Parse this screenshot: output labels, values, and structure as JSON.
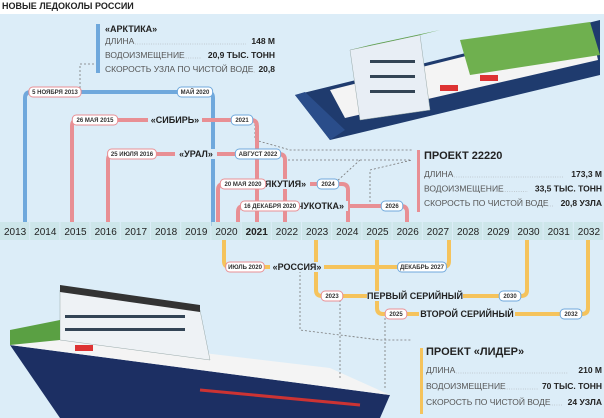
{
  "title": "НОВЫЕ ЛЕДОКОЛЫ РОССИИ",
  "colors": {
    "blue": "#6fa8dc",
    "pink": "#e88f94",
    "yellow": "#f5c35c",
    "bg": "#dcedf8",
    "timeline": "#cde6ea"
  },
  "years": [
    "2013",
    "2014",
    "2015",
    "2016",
    "2017",
    "2018",
    "2019",
    "2020",
    "2021",
    "2022",
    "2023",
    "2024",
    "2025",
    "2026",
    "2027",
    "2028",
    "2029",
    "2030",
    "2031",
    "2032"
  ],
  "current_year": "2021",
  "arktika": {
    "name": "«АРКТИКА»",
    "specs": [
      {
        "label": "ДЛИНА",
        "value": "148 М"
      },
      {
        "label": "ВОДОИЗМЕЩЕНИЕ",
        "value": "20,9 ТЫС. ТОНН"
      },
      {
        "label": "СКОРОСТЬ УЗЛА ПО ЧИСТОЙ ВОДЕ",
        "value": "20,8"
      }
    ],
    "start": "5 НОЯБРЯ 2013",
    "end": "МАЙ 2020"
  },
  "ships_22220": [
    {
      "name": "«СИБИРЬ»",
      "start": "26 МАЯ 2015",
      "end": "2021"
    },
    {
      "name": "«УРАЛ»",
      "start": "25 ИЮЛЯ 2016",
      "end": "АВГУСТ 2022"
    },
    {
      "name": "«ЯКУТИЯ»",
      "start": "20 МАЯ 2020",
      "end": "2024"
    },
    {
      "name": "«ЧУКОТКА»",
      "start": "16 ДЕКАБРЯ 2020",
      "end": "2026"
    }
  ],
  "project_22220": {
    "title": "ПРОЕКТ 22220",
    "specs": [
      {
        "label": "ДЛИНА",
        "value": "173,3 М"
      },
      {
        "label": "ВОДОИЗМЕЩЕНИЕ",
        "value": "33,5 ТЫС. ТОНН"
      },
      {
        "label": "СКОРОСТЬ ПО ЧИСТОЙ ВОДЕ",
        "value": "20,8 УЗЛА"
      }
    ]
  },
  "ships_lider": [
    {
      "name": "«РОССИЯ»",
      "start": "ИЮЛЬ 2020",
      "end": "ДЕКАБРЬ 2027"
    },
    {
      "name": "ПЕРВЫЙ СЕРИЙНЫЙ",
      "start": "2023",
      "end": "2030"
    },
    {
      "name": "ВТОРОЙ СЕРИЙНЫЙ",
      "start": "2025",
      "end": "2032"
    }
  ],
  "project_lider": {
    "title": "ПРОЕКТ «ЛИДЕР»",
    "specs": [
      {
        "label": "ДЛИНА",
        "value": "210  М"
      },
      {
        "label": "ВОДОИЗМЕЩЕНИЕ",
        "value": "70 ТЫС. ТОНН"
      },
      {
        "label": "СКОРОСТЬ ПО ЧИСТОЙ ВОДЕ",
        "value": "24 УЗЛА"
      }
    ]
  }
}
